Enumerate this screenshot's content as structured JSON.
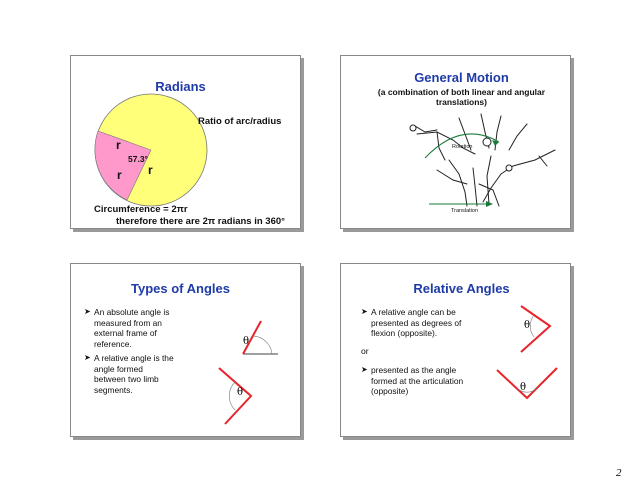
{
  "page": {
    "number": "2"
  },
  "slides": {
    "radians": {
      "title": "Radians",
      "ratio_label": "Ratio of arc/radius",
      "r_top": "r",
      "r_right": "r",
      "r_bottom": "r",
      "angle_label": "57.3°",
      "circ_line1": "Circumference = 2πr",
      "circ_line2": "therefore there are 2π radians in 360°",
      "colors": {
        "circle": "#ffff7a",
        "sector": "#ff99cc"
      }
    },
    "general_motion": {
      "title": "General Motion",
      "subtitle_line1": "(a combination of both linear and angular",
      "subtitle_line2": "translations)",
      "rotation_label": "Rotation",
      "translation_label": "Translation"
    },
    "types_of_angles": {
      "title": "Types of Angles",
      "bullet1": [
        "An absolute angle is",
        "measured from an",
        "external frame of",
        "reference."
      ],
      "bullet2": [
        "A relative angle is the",
        "angle formed",
        "between two limb",
        "segments."
      ],
      "theta": "θ"
    },
    "relative_angles": {
      "title": "Relative Angles",
      "bullet1": [
        "A relative angle can be",
        "presented as degrees of",
        "flexion (opposite)."
      ],
      "or_text": "or",
      "bullet2": [
        "presented as the angle",
        "formed at the articulation",
        "(opposite)"
      ],
      "theta": "θ"
    }
  }
}
